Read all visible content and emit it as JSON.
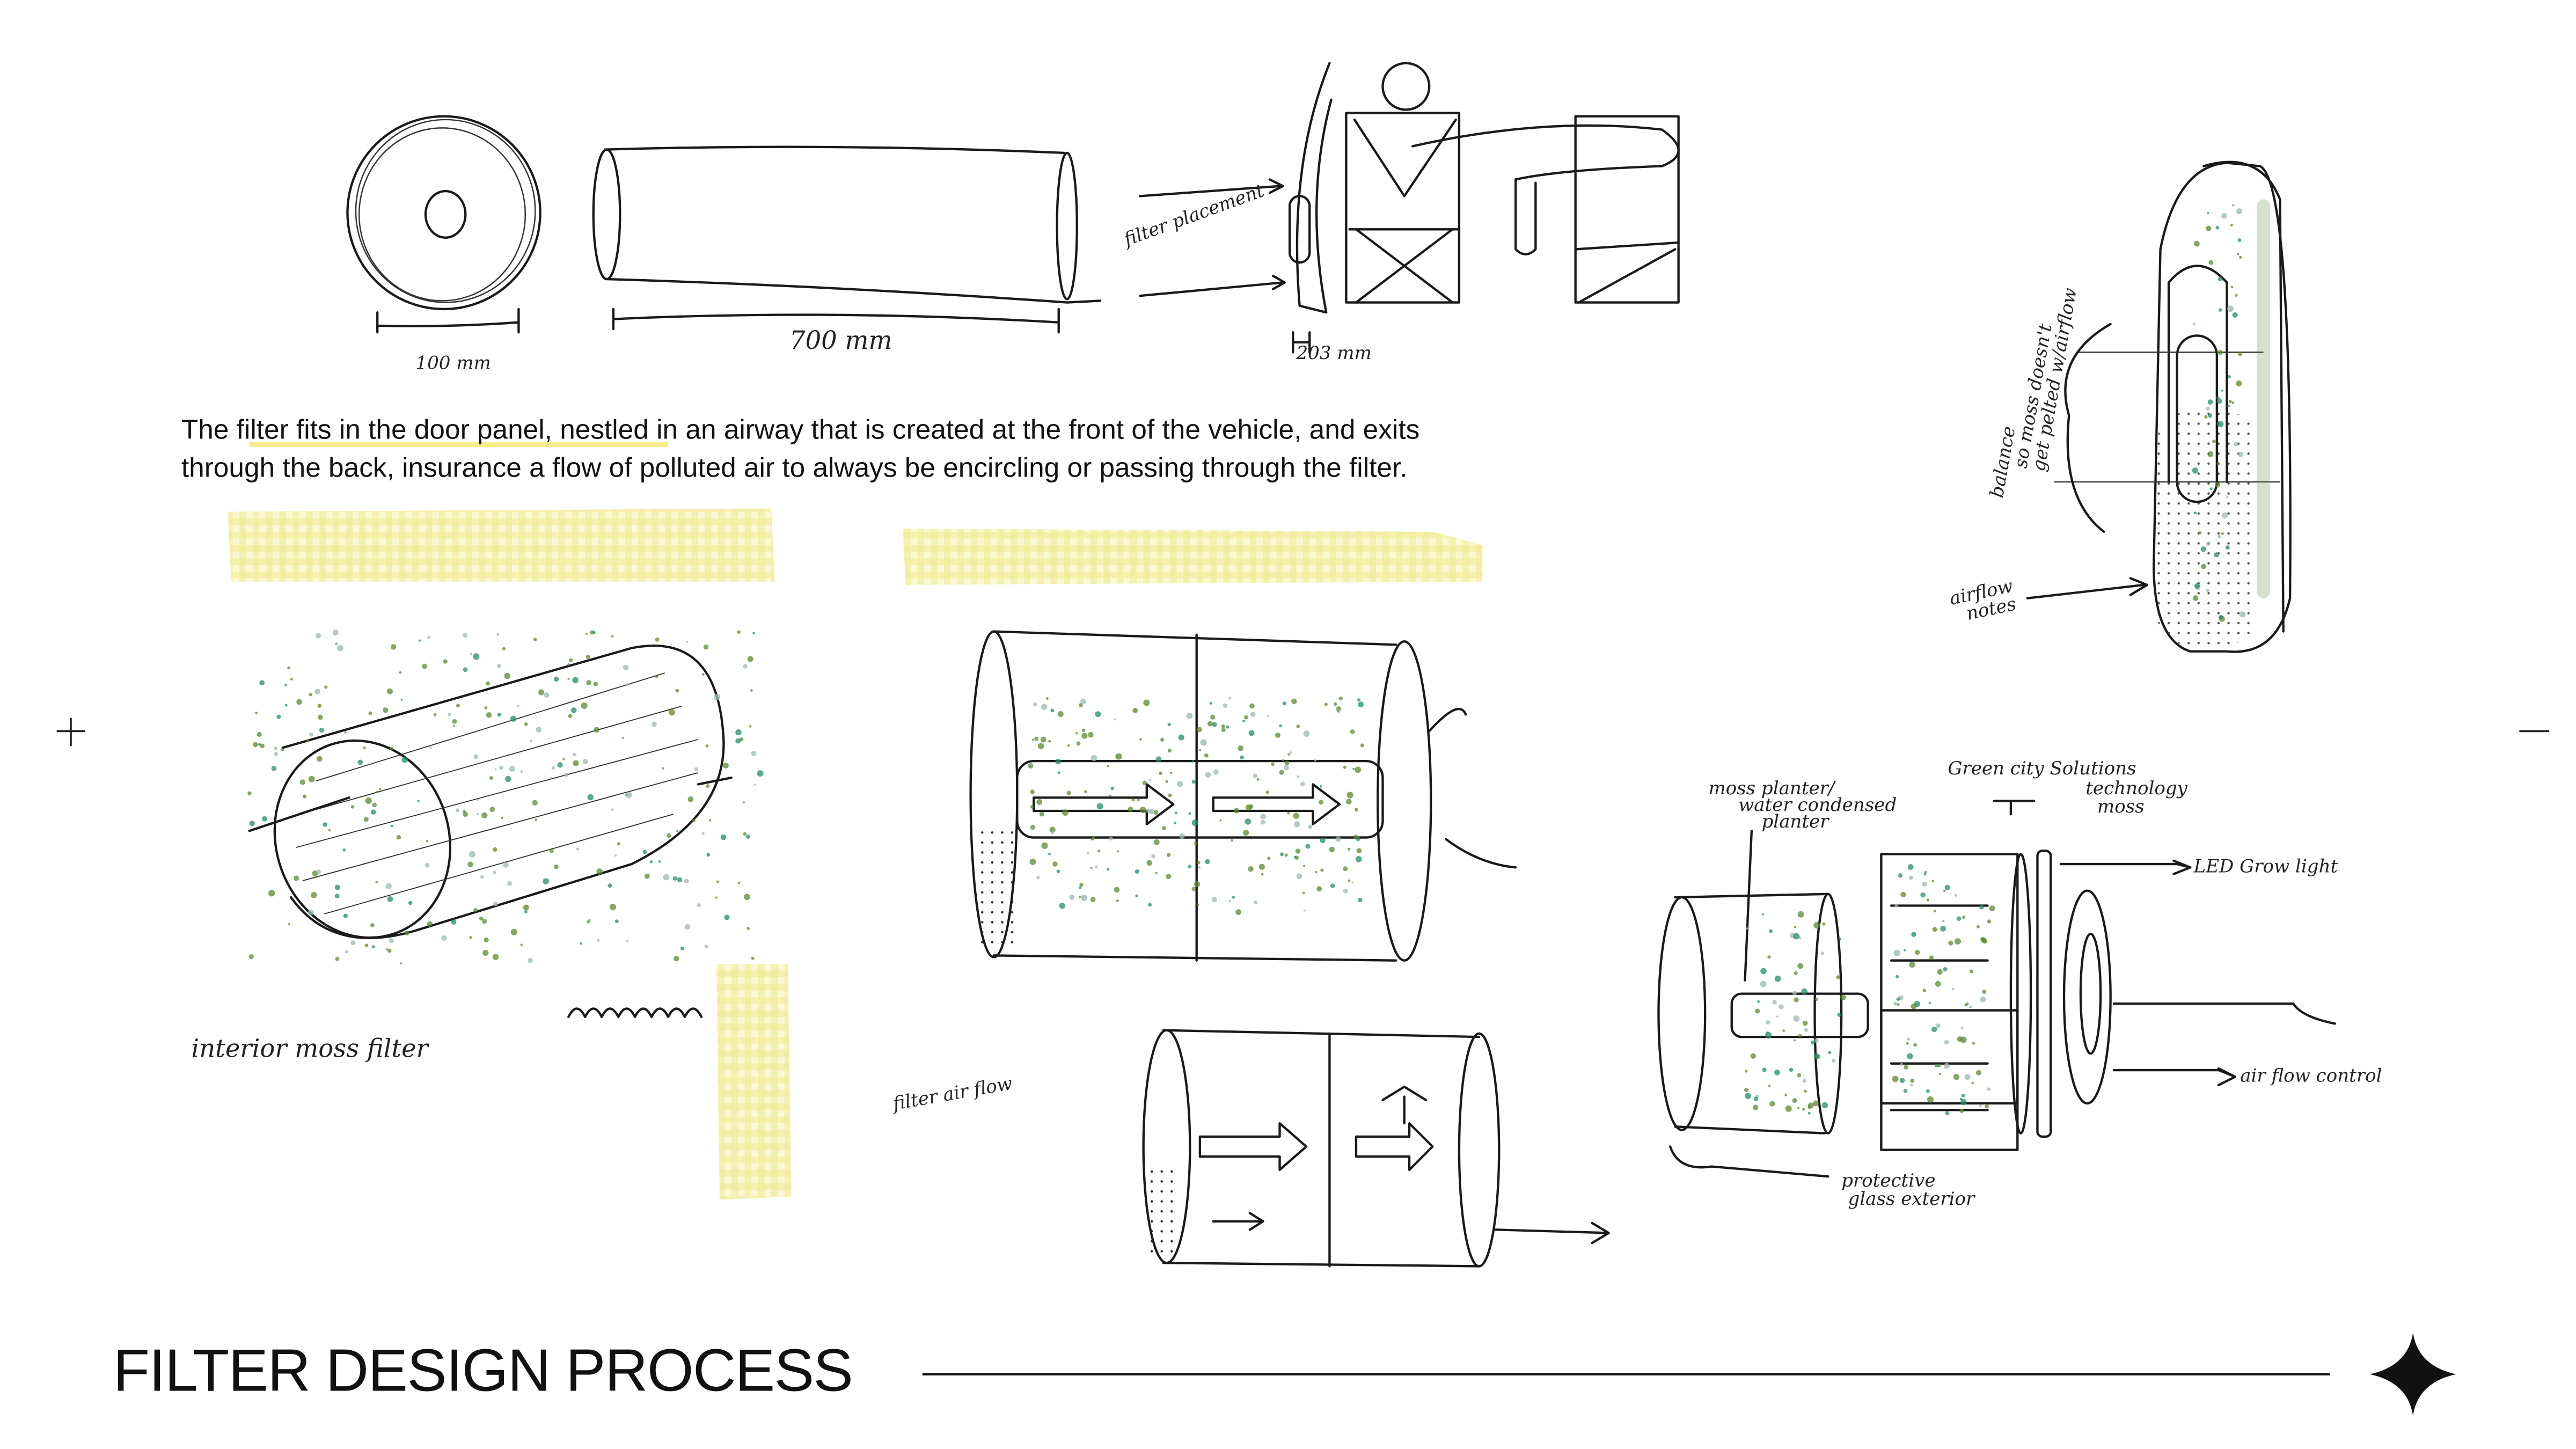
{
  "slide": {
    "title": "FILTER DESIGN PROCESS",
    "description_lines": [
      "The filter fits in the door panel, nestled in an airway that is created at the front of the vehicle, and exits",
      "through the back, insurance a flow of polluted air to always be encircling or passing through the filter."
    ],
    "highlighted_phrase": "filter fits in the door panel,"
  },
  "annotations": {
    "diameter": "100 mm",
    "length": "700 mm",
    "placement": "filter placement",
    "depth": "203 mm",
    "balance_lines": [
      "balance",
      "so moss doesn't",
      "get pelted w/airflow"
    ],
    "airflow_notes_lines": [
      "airflow",
      "notes"
    ],
    "interior_moss_filter": "interior moss filter",
    "filter_air_flow": "filter air flow",
    "moss_planter_lines": [
      "moss planter/",
      "water condensed",
      "planter"
    ],
    "green_city_lines": [
      "Green city Solutions",
      "technology",
      "moss"
    ],
    "led_grow_light": "LED Grow light",
    "air_flow_control": "air flow control",
    "protective_glass_lines": [
      "protective",
      "glass exterior"
    ]
  },
  "icons": {
    "left_marker": "plus-icon",
    "right_marker": "minus-icon",
    "brand_mark": "four-point-star-icon"
  },
  "colors": {
    "ink": "#1a1a1a",
    "moss_green": "#5c8a2e",
    "teal_dot": "#1f8f6a",
    "tape_yellow": "#f3ef9c",
    "highlight": "#f5ee8a"
  }
}
